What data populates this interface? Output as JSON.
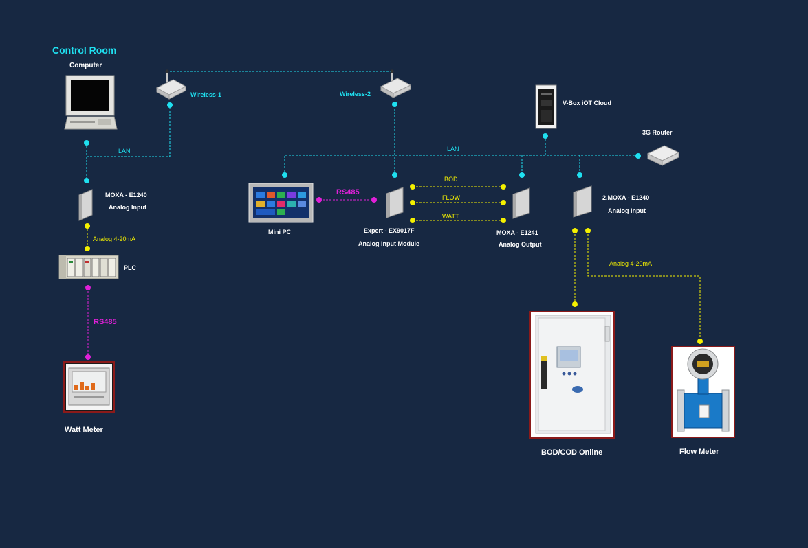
{
  "section_title": "Control Room",
  "devices": {
    "computer": "Computer",
    "wireless1": "Wireless-1",
    "wireless2": "Wireless-2",
    "vbox": "V-Box iOT Cloud",
    "router": "3G Router",
    "moxa1_name": "MOXA -  E1240",
    "moxa1_desc": "Analog Input",
    "plc": "PLC",
    "watt_meter": "Watt Meter",
    "mini_pc": "Mini PC",
    "expert_name": "Expert - EX9017F",
    "expert_desc": "Analog Input Module",
    "moxa2_name": "MOXA -  E1241",
    "moxa2_desc": "Analog Output",
    "moxa3_name": "2.MOXA -  E1240",
    "moxa3_desc": "Analog Input",
    "bod_cod": "BOD/COD Online",
    "flow_meter": "Flow Meter"
  },
  "links": {
    "lan_left": "LAN",
    "lan_right": "LAN",
    "analog_left": "Analog 4-20mA",
    "analog_right": "Analog 4-20mA",
    "rs485_left": "RS485",
    "rs485_mid": "RS485",
    "bod": "BOD",
    "flow": "FLOW",
    "watt": "WATT"
  },
  "colors": {
    "background": "#172842",
    "lan": "#1fe0f0",
    "analog": "#f4f000",
    "rs485": "#e020d8",
    "frame": "#8b1a1a"
  }
}
